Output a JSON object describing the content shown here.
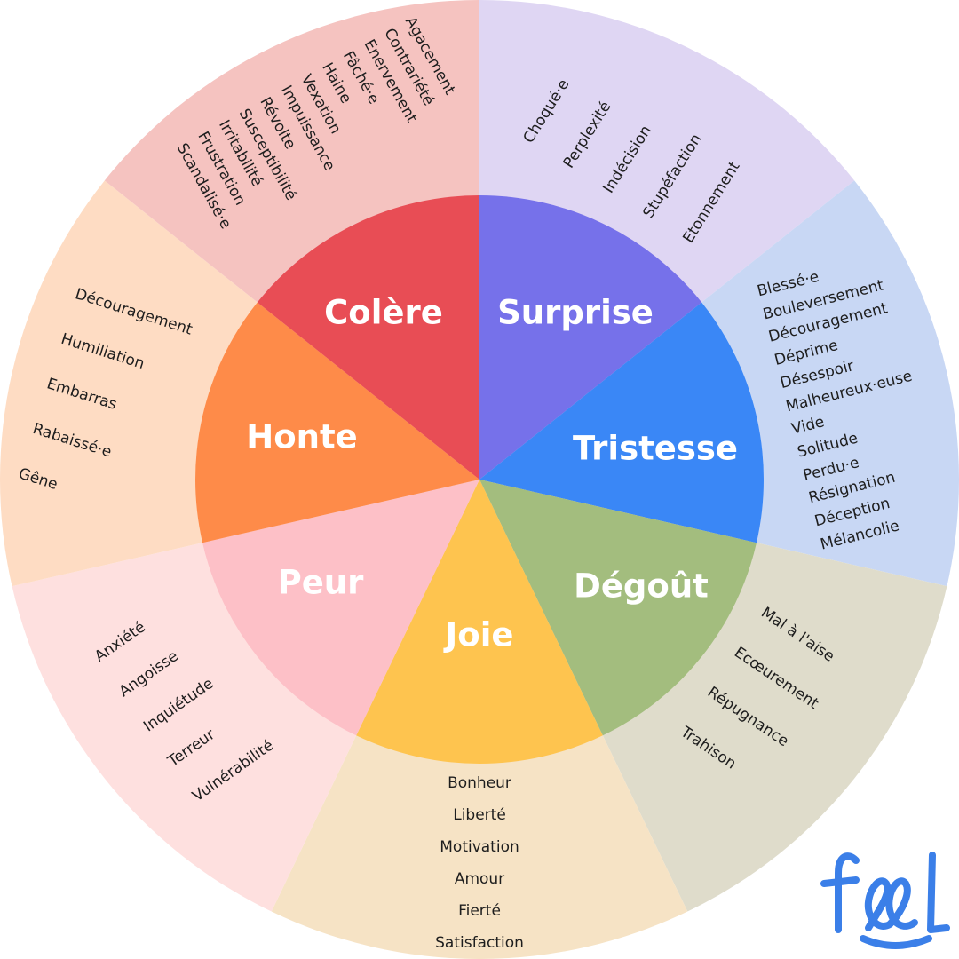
{
  "emotions": [
    {
      "key": "surprise",
      "label": "Surprise",
      "inner_color": "#7671EA",
      "outer_color": "#DFD6F3",
      "words": [
        "Choqué·e",
        "Perplexité",
        "Indécision",
        "Stupéfaction",
        "Etonnement"
      ]
    },
    {
      "key": "tristesse",
      "label": "Tristesse",
      "inner_color": "#3A87F6",
      "outer_color": "#C8D7F4",
      "words": [
        "Blessé·e",
        "Bouleversement",
        "Découragement",
        "Déprime",
        "Désespoir",
        "Malheureux·euse",
        "Vide",
        "Solitude",
        "Perdu·e",
        "Résignation",
        "Déception",
        "Mélancolie"
      ]
    },
    {
      "key": "degout",
      "label": "Dégoût",
      "inner_color": "#A3BD7E",
      "outer_color": "#DFDCCB",
      "words": [
        "Mal à l'aise",
        "Ecœurement",
        "Répugnance",
        "Trahison"
      ]
    },
    {
      "key": "joie",
      "label": "Joie",
      "inner_color": "#FEC44F",
      "outer_color": "#F6E3C5",
      "words": [
        "Bonheur",
        "Liberté",
        "Motivation",
        "Amour",
        "Fierté",
        "Satisfaction"
      ]
    },
    {
      "key": "peur",
      "label": "Peur",
      "inner_color": "#FDC0C7",
      "outer_color": "#FEE0DF",
      "words": [
        "Anxiété",
        "Angoisse",
        "Inquiétude",
        "Terreur",
        "Vulnérabilité"
      ]
    },
    {
      "key": "honte",
      "label": "Honte",
      "inner_color": "#FE8B49",
      "outer_color": "#FEDCC3",
      "words": [
        "Découragement",
        "Humiliation",
        "Embarras",
        "Rabaissé·e",
        "Gêne"
      ]
    },
    {
      "key": "colere",
      "label": "Colère",
      "inner_color": "#E84D55",
      "outer_color": "#F5C3C0",
      "words": [
        "Agacement",
        "Contrariété",
        "Enervement",
        "Fâché·e",
        "Haine",
        "Vexation",
        "Impuissance",
        "Révolte",
        "Susceptibilité",
        "Irritabilité",
        "Frustration",
        "Scandalisé·e"
      ]
    }
  ],
  "logo": {
    "text": "feel",
    "color": "#3B7FE8"
  }
}
